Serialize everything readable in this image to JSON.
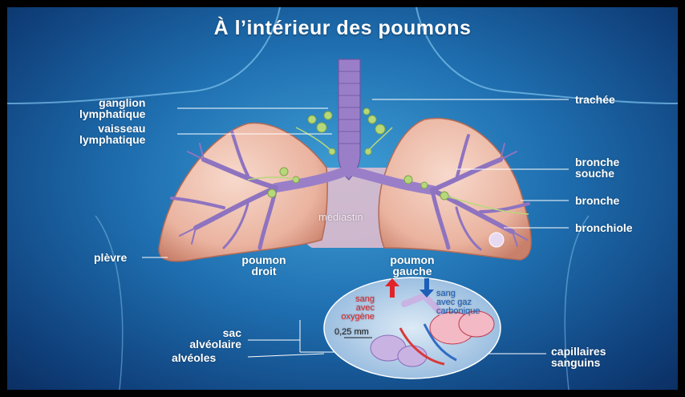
{
  "title": "À l’intérieur des poumons",
  "labels": {
    "ganglion": "ganglion\nlymphatique",
    "vaisseau": "vaisseau\nlymphatique",
    "trachee": "trachée",
    "bronche_souche": "bronche\nsouche",
    "bronche": "bronche",
    "bronchiole": "bronchiole",
    "plevre": "plèvre",
    "mediastin": "médiastin",
    "poumon_droit": "poumon\ndroit",
    "poumon_gauche": "poumon\ngauche",
    "sang_oxygene": "sang\navec\noxygène",
    "sang_gaz": "sang\navec gaz\ncarbonique",
    "sac_alveolaire": "sac\nalvéolaire",
    "alveoles": "alvéoles",
    "scale": "0,25 mm",
    "capillaires": "capillaires\nsanguins"
  },
  "colors": {
    "background": "#1f6fb0",
    "lung": "#f2c4b2",
    "bronchi": "#9a7fc8",
    "lymph": "#b7d87a",
    "oxygen_arrow": "#e2242a",
    "co2_arrow": "#1d5fb8"
  }
}
